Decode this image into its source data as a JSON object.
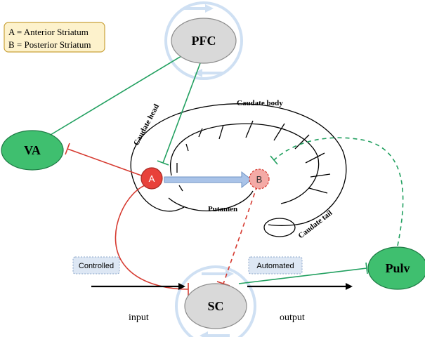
{
  "legend": {
    "line_a": "A = Anterior Striatum",
    "line_b": "B = Posterior Striatum"
  },
  "nodes": {
    "pfc": "PFC",
    "va": "VA",
    "sc": "SC",
    "pulv": "Pulv",
    "a": "A",
    "b": "B"
  },
  "striatum_labels": {
    "caudate_head": "Caudate head",
    "caudate_body": "Caudate body",
    "putamen": "Putamen",
    "caudate_tail": "Caudate tail"
  },
  "modes": {
    "controlled": "Controlled",
    "automated": "Automated"
  },
  "flow": {
    "input": "input",
    "output": "output"
  },
  "colors": {
    "green_line": "#22a060",
    "red_line": "#d63a30",
    "node_green": "#3fbf6f",
    "node_gray": "#d9d9d9",
    "node_a": "#e8413a",
    "node_b": "#f4aaa6",
    "cycle_arrow": "#cfe0f3",
    "a_to_b_arrow": "#a9c3e8",
    "legend_bg": "#fdf2cc",
    "legend_border": "#c9a23a",
    "mode_box_bg": "#dde7f4"
  }
}
